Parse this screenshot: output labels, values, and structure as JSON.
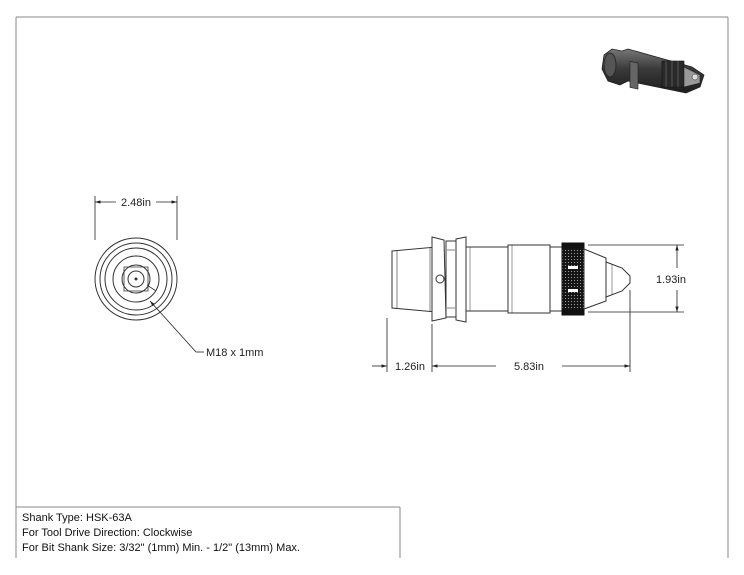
{
  "dimensions": {
    "front_diameter": "2.48in",
    "thread": "M18 x 1mm",
    "side_height": "1.93in",
    "flange_length": "1.26in",
    "body_length": "5.83in"
  },
  "specs": {
    "shank_type": "Shank Type: HSK-63A",
    "drive_direction": "For Tool Drive Direction: Clockwise",
    "bit_shank_size": "For Bit Shank Size: 3/32\" (1mm) Min. - 1/2\" (13mm) Max."
  },
  "colors": {
    "frame": "#8a8a8a",
    "line": "#333333",
    "knurl": "#111111",
    "thumb": "#3a3a3a"
  }
}
